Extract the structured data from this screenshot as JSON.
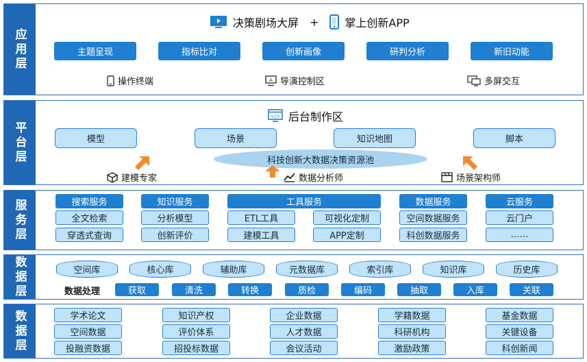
{
  "app_layer": {
    "side_label": "应用层",
    "title_left": "决策剧场大屏",
    "plus": "+",
    "title_right": "掌上创新APP",
    "buttons": [
      "主题呈现",
      "指标比对",
      "创新画像",
      "研判分析",
      "新旧动能"
    ],
    "terminals": [
      "操作终端",
      "导演控制区",
      "多屏交互"
    ],
    "icons": [
      "monitor-icon",
      "phone-icon",
      "touch-phone-icon",
      "console-icon",
      "multi-screen-icon"
    ]
  },
  "platform_layer": {
    "side_label": "平台层",
    "title": "后台制作区",
    "modules": [
      "模型",
      "场景",
      "知识地图",
      "脚本"
    ],
    "pool": "科技创新大数据决策资源池",
    "roles": [
      "建模专家",
      "数据分析师",
      "场景架构师"
    ],
    "icons": [
      "code-window-icon",
      "cube-icon",
      "line-chart-icon",
      "clapperboard-icon"
    ]
  },
  "service_layer": {
    "side_label": "服务层",
    "groups": [
      {
        "header": "搜索服务",
        "items": [
          "全文检索",
          "穿透式查询"
        ]
      },
      {
        "header": "知识服务",
        "items": [
          "分析模型",
          "创新评价"
        ]
      },
      {
        "header": "工具服务",
        "items": [
          "ETL工具",
          "可视化定制",
          "建模工具",
          "APP定制"
        ]
      },
      {
        "header": "数据服务",
        "items": [
          "空间数据服务",
          "科创数据服务"
        ]
      },
      {
        "header": "云服务",
        "items": [
          "云门户",
          "……"
        ]
      }
    ]
  },
  "data_layer": {
    "side_label": "数据层",
    "stores": [
      "空间库",
      "核心库",
      "辅助库",
      "元数据库",
      "索引库",
      "知识库",
      "历史库"
    ],
    "process_label": "数据处理",
    "process_steps": [
      "获取",
      "清洗",
      "转换",
      "质检",
      "编码",
      "抽取",
      "入库",
      "关联"
    ]
  },
  "source_layer": {
    "side_label": "数据层",
    "columns": [
      [
        "学术论文",
        "空间数据",
        "投融资数据"
      ],
      [
        "知识产权",
        "评价体系",
        "招投标数据"
      ],
      [
        "企业数据",
        "人才数据",
        "会议活动"
      ],
      [
        "学籍数据",
        "科研机构",
        "激励政策"
      ],
      [
        "基金数据",
        "关键设备",
        "科创新闻"
      ]
    ]
  },
  "colors": {
    "primary": "#1f68b6",
    "button": "#1f7fd0",
    "light_box": "#bfe3f8",
    "arrow": "#f28a2e"
  }
}
